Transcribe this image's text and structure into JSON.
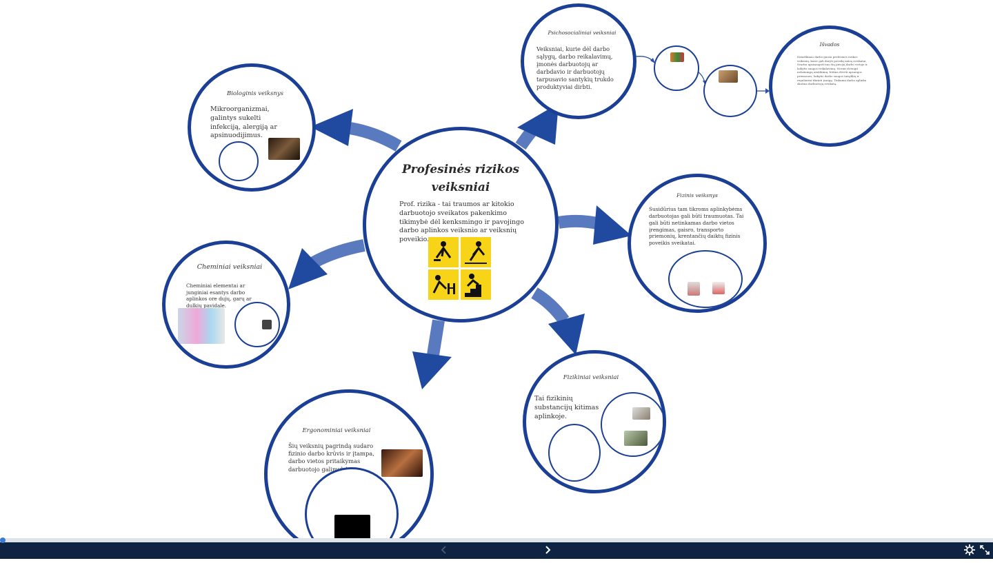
{
  "center": {
    "title_line1": "Profesinės rizikos",
    "title_line2": "veiksniai",
    "text": "Prof. rizika - tai traumos ar kitokio darbuotojo sveikatos pakenkimo tikimybė dėl kenksmingo ir pavojingo darbo aplinkos veiksnio ar veiksnių poveikio."
  },
  "biologinis": {
    "title": "Biologinis veiksnys",
    "text": "Mikroorganizmai, galintys sukelti infekciją, alergiją ar apsinuodijimus."
  },
  "psichosocialiniai": {
    "title": "Psichosocialiniai veiksniai",
    "text": "Veiksniai, kurie dėl darbo sąlygų, darbo reikalavimų, įmonės darbuotojų ar darbdavio ir darbuotojų tarpusavio santykių trukdo produktyviai dirbti."
  },
  "isvados": {
    "title": "Išvados",
    "text": "Išsiaiškinau darbo gausu profesinės rizikos veiksnių, kurie gali daryti poveikį mūsų sveikatai. Svarbu apsisaugoti nuo šių pavojų darbo vietoje ir laikytis saugos reikalavimų. Norint išvengti nelaimingų atsitikimų, būtina dėvėti apsaugos priemones, laikytis darbo saugos taisyklių ir reguliariai tikrinti įrangą. Tinkama darbo aplinka skatina darbuotojų sveikatą."
  },
  "fizinis": {
    "title": "Fizinis veiksnys",
    "text": "Susidūrius tam tikroms aplinkybėms darbuotojas gali būti traumuotas. Tai gali būti netinkamas darbo vietos įrengimas, gaisro, transporto priemonių, krentančių daiktų fizinis poveikis sveikatai."
  },
  "cheminiai": {
    "title": "Cheminiai veiksniai",
    "text": "Cheminiai elementai ar junginiai esantys darbo aplinkos ore dujų, garų ar dulkių pavidale."
  },
  "fizikiniai": {
    "title": "Fizikiniai veiksniai",
    "text": "Tai fizikinių substancijų kitimas aplinkoje."
  },
  "ergonominiai": {
    "title": "Ergonominiai veiksniai",
    "text": "Šių veiksnių pagrindą sudaro fizinio darbo krūvis ir įtampa, darbo vietos pritaikymas darbuotojo galimybėms."
  },
  "colors": {
    "ring": "#1b3f94",
    "arrow": "#2a52a8",
    "bar": "#0f2442",
    "sign": "#f7d417"
  },
  "nav": {
    "prev_icon": "chevron-left-icon",
    "next_icon": "chevron-right-icon",
    "settings_icon": "gear-icon",
    "fullscreen_icon": "fullscreen-icon"
  }
}
